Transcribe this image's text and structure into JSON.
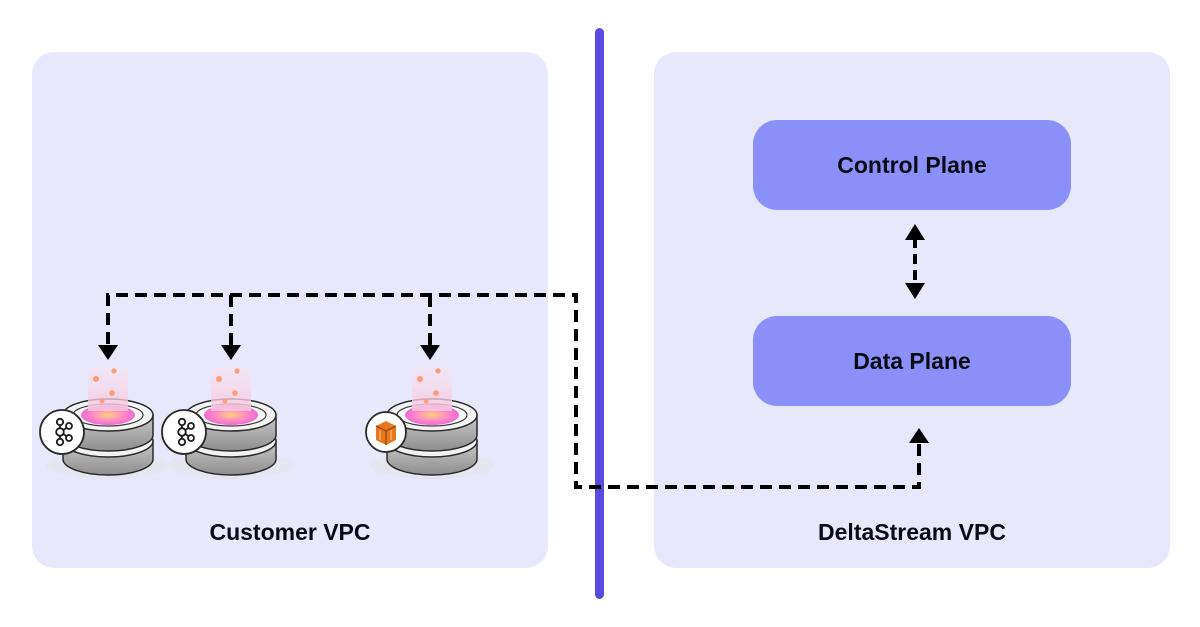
{
  "customer_vpc": {
    "label": "Customer VPC"
  },
  "deltastream_vpc": {
    "label": "DeltaStream VPC",
    "control_plane": "Control Plane",
    "data_plane": "Data Plane"
  },
  "data_stores": [
    {
      "icon": "kafka-icon"
    },
    {
      "icon": "kafka-icon"
    },
    {
      "icon": "aws-kinesis-icon"
    }
  ],
  "colors": {
    "vpc_background": "#e7e8fb",
    "plane_fill": "#8b8ff8",
    "divider": "#5a4be0",
    "connector": "#000000",
    "kinesis_orange": "#e8771d"
  }
}
